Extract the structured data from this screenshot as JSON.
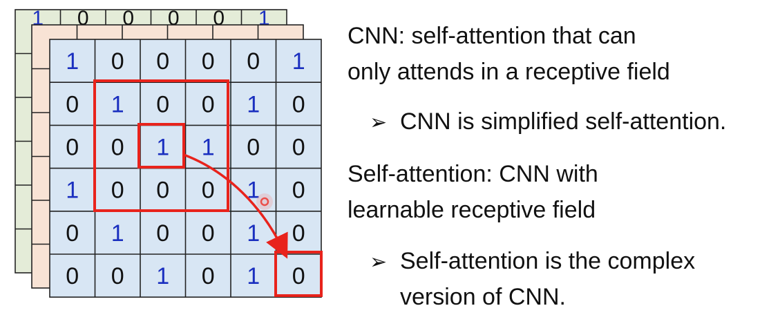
{
  "grid": {
    "cells": [
      [
        "1",
        "0",
        "0",
        "0",
        "0",
        "1"
      ],
      [
        "0",
        "1",
        "0",
        "0",
        "1",
        "0"
      ],
      [
        "0",
        "0",
        "1",
        "1",
        "0",
        "0"
      ],
      [
        "1",
        "0",
        "0",
        "0",
        "1",
        "0"
      ],
      [
        "0",
        "1",
        "0",
        "0",
        "1",
        "0"
      ],
      [
        "0",
        "0",
        "1",
        "0",
        "1",
        "0"
      ]
    ],
    "back_peek": [
      "1",
      "0",
      "0",
      "0",
      "0",
      "1"
    ],
    "colors": {
      "cell_fill": "#d8e6f4",
      "grid_line": "#222222",
      "one_text": "#1a2fbf",
      "zero_text": "#111111",
      "highlight": "#e8231c",
      "layer_green": "#e4ecd8",
      "layer_orange": "#f8e3d5"
    }
  },
  "text": {
    "p1_line1": "CNN: self-attention that can",
    "p1_line2": "only attends in a receptive field",
    "b1": "CNN is simplified self-attention.",
    "p2_line1": "Self-attention: CNN with",
    "p2_line2": "learnable receptive field",
    "b2_line1": "Self-attention is the complex",
    "b2_line2": "version of CNN.",
    "bullet_glyph": "➢"
  }
}
